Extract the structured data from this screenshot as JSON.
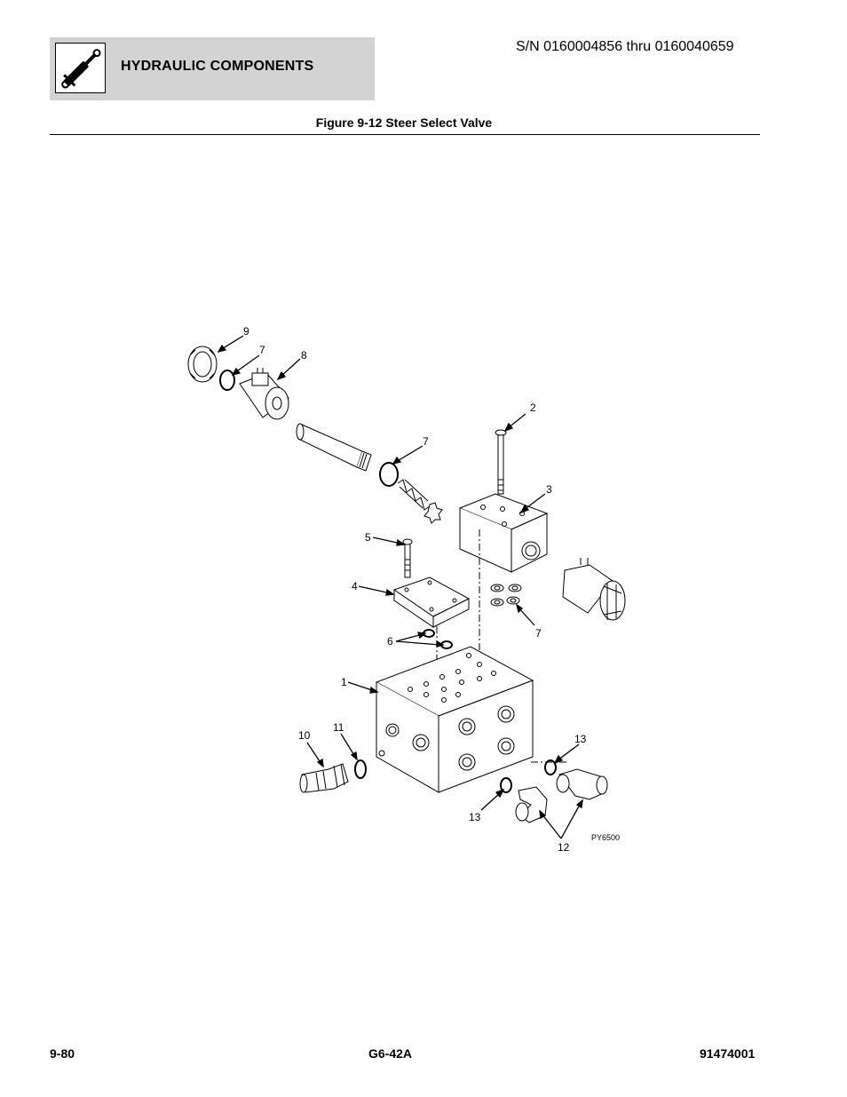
{
  "header": {
    "section_title": "HYDRAULIC COMPONENTS",
    "icon": "hydraulic-cylinder-icon",
    "serial": "S/N 0160004856 thru 0160040659"
  },
  "figure": {
    "title": "Figure 9-12 Steer Select Valve",
    "image_code": "PY6500",
    "callouts": {
      "c1": "1",
      "c2": "2",
      "c3": "3",
      "c4": "4",
      "c5": "5",
      "c6": "6",
      "c7a": "7",
      "c7b": "7",
      "c7c": "7",
      "c8": "8",
      "c9": "9",
      "c10": "10",
      "c11": "11",
      "c12": "12",
      "c13a": "13",
      "c13b": "13"
    }
  },
  "footer": {
    "page_number": "9-80",
    "model": "G6-42A",
    "part_number": "91474001"
  }
}
